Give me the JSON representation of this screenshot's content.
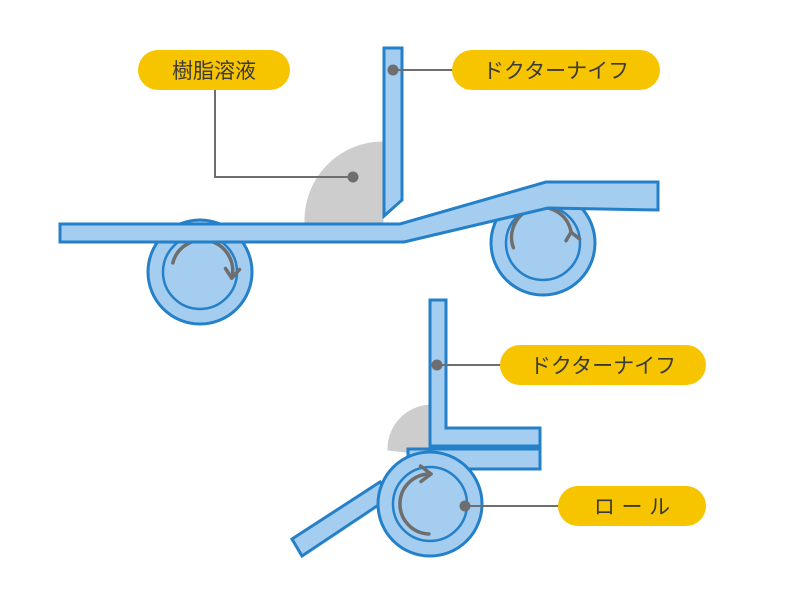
{
  "labels": {
    "resin_solution": "樹脂溶液",
    "doctor_knife_top": "ドクターナイフ",
    "doctor_knife_bottom": "ドクターナイフ",
    "roll": "ロ ー ル"
  },
  "colors": {
    "web_fill": "#a5cdf0",
    "web_stroke": "#2480c8",
    "resin": "#cdcdcd",
    "label_pill": "#f7c400",
    "leader": "#6e6e6e"
  }
}
